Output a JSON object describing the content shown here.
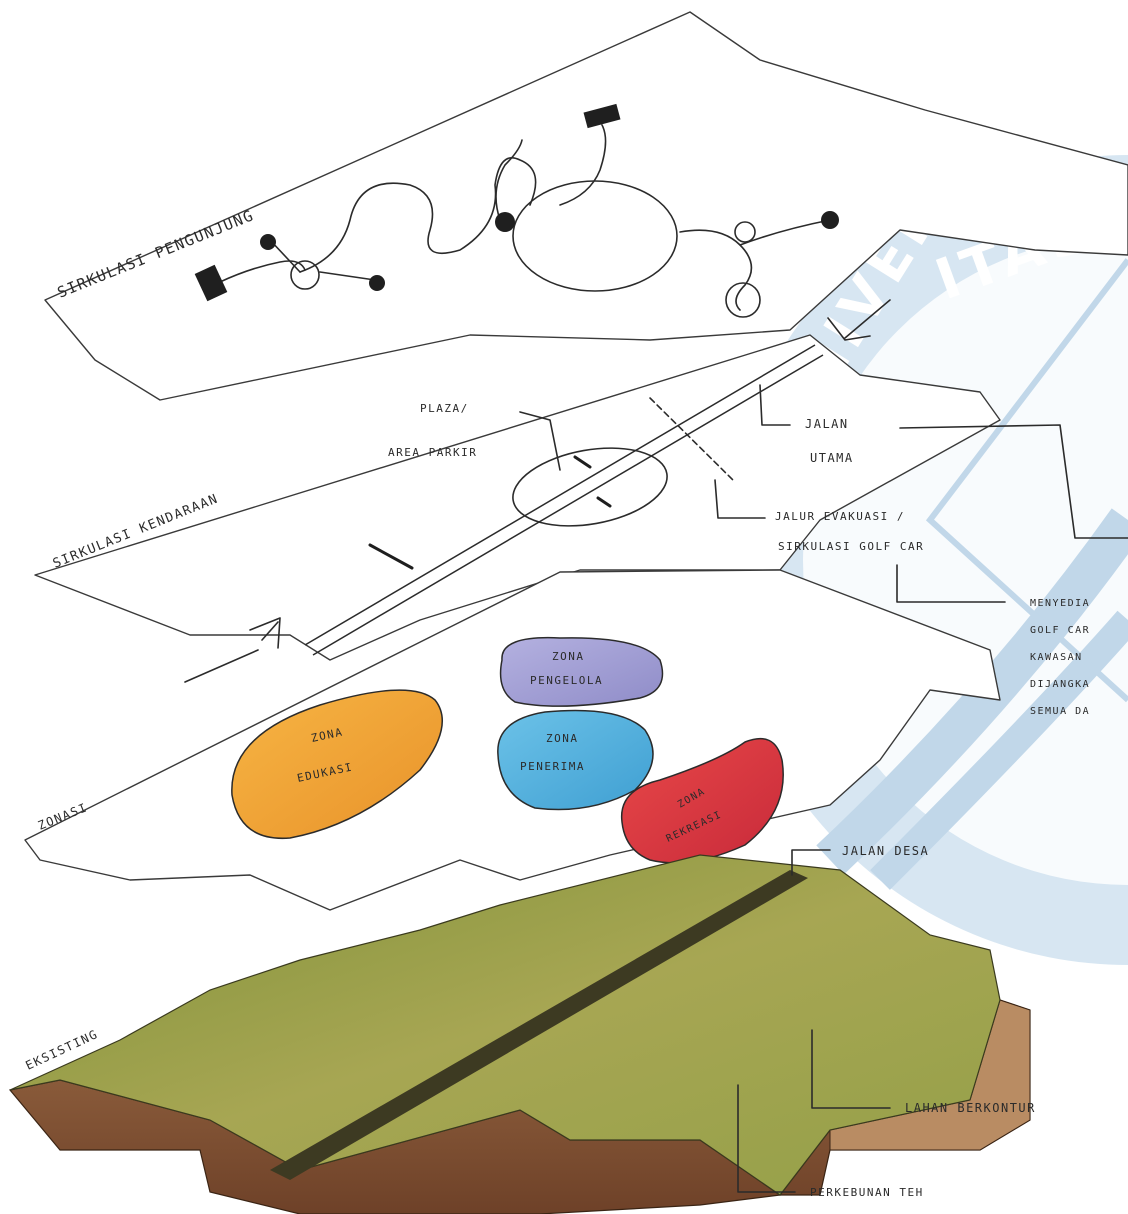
{
  "layers": {
    "sirkulasi_pengunjung": {
      "label": "SIRKULASI PENGUNJUNG"
    },
    "sirkulasi_kendaraan": {
      "label": "SIRKULASI KENDARAAN"
    },
    "zonasi": {
      "label": "ZONASI"
    },
    "eksisting": {
      "label": "EKSISTING"
    }
  },
  "annotations": {
    "plaza_line1": "PLAZA/",
    "plaza_line2": "AREA PARKIR",
    "jalan_utama_line1": "JALAN",
    "jalan_utama_line2": "UTAMA",
    "jalur_line1": "JALUR EVAKUASI /",
    "jalur_line2": "SIRKULASI GOLF CAR",
    "menyedia_line1": "MENYEDIA",
    "menyedia_line2": "GOLF CAR",
    "menyedia_line3": "KAWASAN",
    "menyedia_line4": "DIJANGKA",
    "menyedia_line5": "SEMUA DA",
    "jalan_desa": "JALAN DESA",
    "lahan_berkontur": "LAHAN BERKONTUR",
    "perkebunan_teh": "PERKEBUNAN TEH"
  },
  "zones": {
    "pengelola_line1": "ZONA",
    "pengelola_line2": "PENGELOLA",
    "edukasi_line1": "ZONA",
    "edukasi_line2": "EDUKASI",
    "penerima_line1": "ZONA",
    "penerima_line2": "PENERIMA",
    "rekreasi_line1": "ZONA",
    "rekreasi_line2": "REKREASI"
  },
  "watermark": {
    "text": "UNIVERSITAS ATM",
    "color": "#8fb8d8"
  },
  "colors": {
    "zona_edukasi": "#f0a93a",
    "zona_pengelola": "#a9a6d8",
    "zona_penerima": "#5fb6e0",
    "zona_rekreasi": "#de3b3b",
    "grass": "#8c9a45",
    "soil": "#8a5a3a"
  }
}
